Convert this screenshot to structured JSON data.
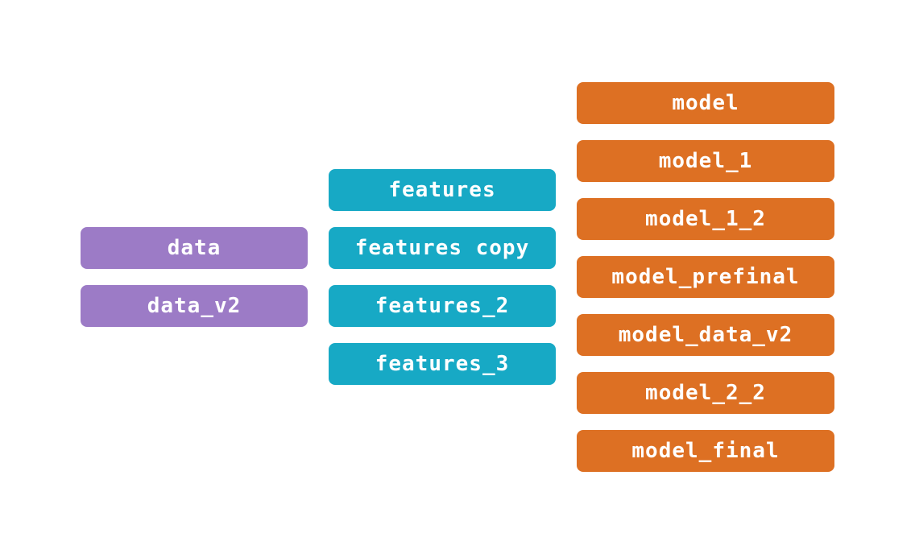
{
  "canvas": {
    "background": "#ffffff",
    "text_color": "#ffffff"
  },
  "diagram": {
    "type": "pipeline-dag",
    "edges_visible": false,
    "columns": [
      {
        "id": "data-stage",
        "color": "#9c7bc6",
        "nodes": [
          {
            "label": "data"
          },
          {
            "label": "data_v2"
          }
        ]
      },
      {
        "id": "features-stage",
        "color": "#17a9c5",
        "nodes": [
          {
            "label": "features"
          },
          {
            "label": "features copy"
          },
          {
            "label": "features_2"
          },
          {
            "label": "features_3"
          }
        ]
      },
      {
        "id": "model-stage",
        "color": "#dd7023",
        "nodes": [
          {
            "label": "model"
          },
          {
            "label": "model_1"
          },
          {
            "label": "model_1_2"
          },
          {
            "label": "model_prefinal"
          },
          {
            "label": "model_data_v2"
          },
          {
            "label": "model_2_2"
          },
          {
            "label": "model_final"
          }
        ]
      }
    ]
  }
}
